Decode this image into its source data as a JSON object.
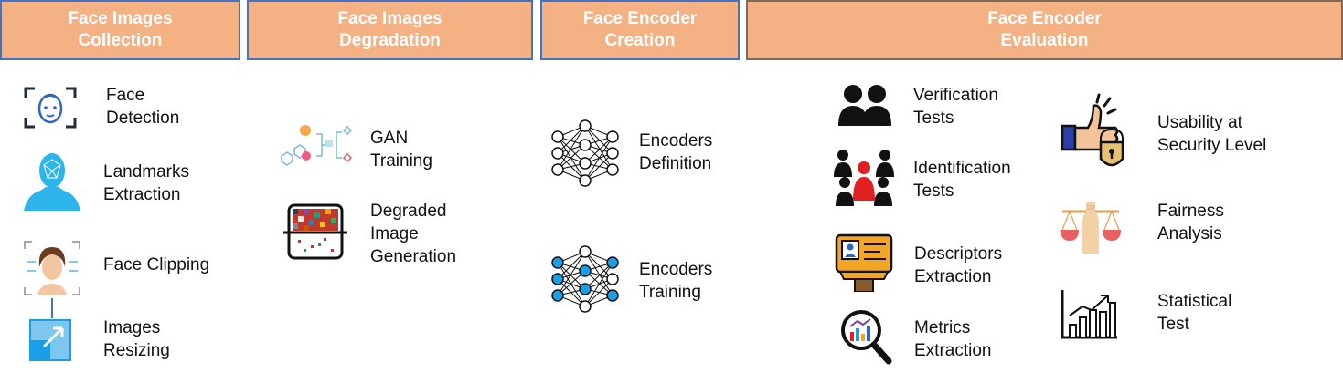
{
  "headers": [
    {
      "line1": "Face Images",
      "line2": "Collection"
    },
    {
      "line1": "Face Images",
      "line2": "Degradation"
    },
    {
      "line1": "Face Encoder",
      "line2": "Creation"
    },
    {
      "line1": "Face Encoder",
      "line2": "Evaluation"
    }
  ],
  "collection": [
    {
      "l1": "Face",
      "l2": "Detection",
      "icon": "face-detection-icon"
    },
    {
      "l1": "Landmarks",
      "l2": "Extraction",
      "icon": "landmarks-icon"
    },
    {
      "l1": "Face Clipping",
      "l2": "",
      "icon": "face-clipping-icon"
    },
    {
      "l1": "Images",
      "l2": "Resizing",
      "icon": "resize-icon"
    }
  ],
  "degradation": [
    {
      "l1": "GAN",
      "l2": "Training",
      "icon": "gan-icon"
    },
    {
      "l1": "Degraded",
      "l2": "Image",
      "l3": "Generation",
      "icon": "degraded-image-icon"
    }
  ],
  "creation": [
    {
      "l1": "Encoders",
      "l2": "Definition",
      "icon": "neural-net-icon"
    },
    {
      "l1": "Encoders",
      "l2": "Training",
      "icon": "neural-net-trained-icon"
    }
  ],
  "evaluation_left": [
    {
      "l1": "Verification",
      "l2": "Tests",
      "icon": "people-icon"
    },
    {
      "l1": "Identification",
      "l2": "Tests",
      "icon": "group-icon"
    },
    {
      "l1": "Descriptors",
      "l2": "Extraction",
      "icon": "id-terminal-icon"
    },
    {
      "l1": "Metrics",
      "l2": "Extraction",
      "icon": "magnifier-chart-icon"
    }
  ],
  "evaluation_right": [
    {
      "l1": "Usability at",
      "l2": "Security Level",
      "icon": "thumbs-up-lock-icon"
    },
    {
      "l1": "Fairness",
      "l2": "Analysis",
      "icon": "scales-icon"
    },
    {
      "l1": "Statistical",
      "l2": "Test",
      "icon": "bar-chart-icon"
    }
  ],
  "colors": {
    "header_fill": "#f4b183",
    "header_border": "#4472c4",
    "accent_blue": "#1a9ee5",
    "red": "#e02020"
  }
}
